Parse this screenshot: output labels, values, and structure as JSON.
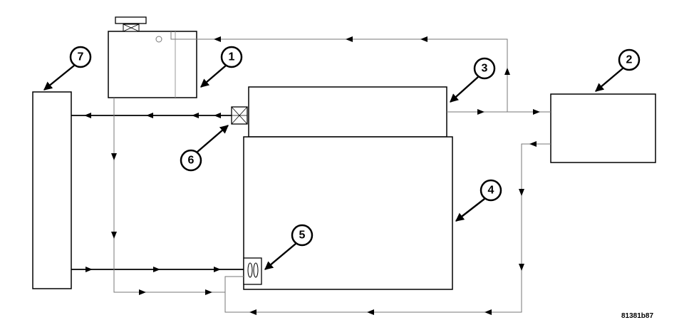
{
  "callouts": [
    "1",
    "2",
    "3",
    "4",
    "5",
    "6",
    "7"
  ],
  "figure_ref": "81381b87"
}
